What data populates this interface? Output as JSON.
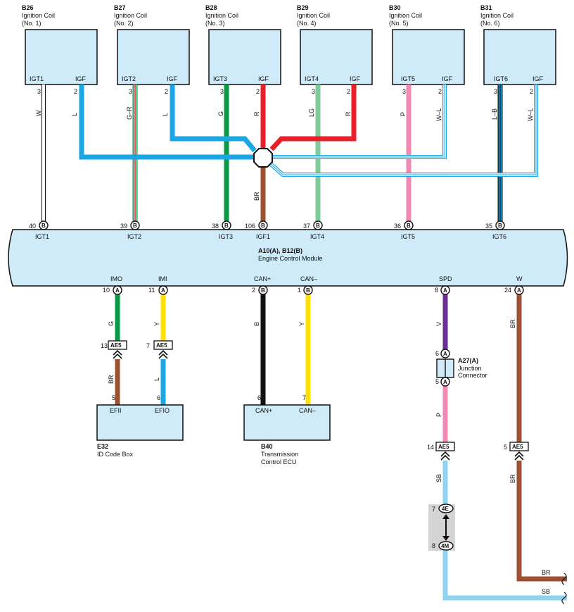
{
  "colors": {
    "W": "#ffffff",
    "L": "#1aa7e6",
    "GR_green": "#0a9a45",
    "GR_red": "#e8202a",
    "G": "#0a9a45",
    "R": "#e8202a",
    "LG": "#7fcc9a",
    "P": "#f288b4",
    "BR": "#9c5132",
    "B": "#111111",
    "Y": "#ffe000",
    "V": "#6b2e91",
    "SB": "#8fd3f0",
    "box": "#cfeaf8"
  },
  "coils": [
    {
      "code": "B26",
      "name": "Ignition Coil",
      "num": "(No. 1)",
      "pinA": "IGT1",
      "pinB": "IGF",
      "nA": "3",
      "nB": "2",
      "wA": "W",
      "wB": "L"
    },
    {
      "code": "B27",
      "name": "Ignition Coil",
      "num": "(No. 2)",
      "pinA": "IGT2",
      "pinB": "IGF",
      "nA": "3",
      "nB": "2",
      "wA": "G–R",
      "wB": "L"
    },
    {
      "code": "B28",
      "name": "Ignition Coil",
      "num": "(No. 3)",
      "pinA": "IGT3",
      "pinB": "IGF",
      "nA": "3",
      "nB": "2",
      "wA": "G",
      "wB": "R"
    },
    {
      "code": "B29",
      "name": "Ignition Coil",
      "num": "(No. 4)",
      "pinA": "IGT4",
      "pinB": "IGF",
      "nA": "3",
      "nB": "2",
      "wA": "LG",
      "wB": "R"
    },
    {
      "code": "B30",
      "name": "Ignition Coil",
      "num": "(No. 5)",
      "pinA": "IGT5",
      "pinB": "IGF",
      "nA": "3",
      "nB": "2",
      "wA": "P",
      "wB": "W–L"
    },
    {
      "code": "B31",
      "name": "Ignition Coil",
      "num": "(No. 6)",
      "pinA": "IGT6",
      "pinB": "IGF",
      "nA": "3",
      "nB": "2",
      "wA": "L–B",
      "wB": "W–L"
    }
  ],
  "ecm": {
    "code": "A10(A), B12(B)",
    "name": "Engine Control Module",
    "top_pins": [
      {
        "n": "40",
        "c": "B",
        "label": "IGT1"
      },
      {
        "n": "39",
        "c": "B",
        "label": "IGT2"
      },
      {
        "n": "38",
        "c": "B",
        "label": "IGT3"
      },
      {
        "n": "106",
        "c": "B",
        "label": "IGF1"
      },
      {
        "n": "37",
        "c": "B",
        "label": "IGT4"
      },
      {
        "n": "36",
        "c": "B",
        "label": "IGT5"
      },
      {
        "n": "35",
        "c": "B",
        "label": "IGT6"
      }
    ],
    "bottom_pins": [
      {
        "n": "10",
        "c": "A",
        "label": "IMO"
      },
      {
        "n": "11",
        "c": "A",
        "label": "IMI"
      },
      {
        "n": "2",
        "c": "B",
        "label": "CAN+"
      },
      {
        "n": "1",
        "c": "B",
        "label": "CAN–"
      },
      {
        "n": "8",
        "c": "A",
        "label": "SPD"
      },
      {
        "n": "24",
        "c": "A",
        "label": "W"
      }
    ]
  },
  "wires": {
    "igf_br": "BR",
    "imo": "G",
    "imi": "Y",
    "canp": "B",
    "canm": "Y",
    "spd": "V",
    "w": "BR",
    "efii": "BR",
    "efio": "L",
    "spd_p": "P",
    "sb": "SB",
    "w_br": "BR",
    "out_br": "BR",
    "out_sb": "SB"
  },
  "ae5": [
    {
      "n": "13",
      "label": "AE5"
    },
    {
      "n": "7",
      "label": "AE5"
    },
    {
      "n": "14",
      "label": "AE5"
    },
    {
      "n": "5",
      "label": "AE5"
    }
  ],
  "junction": {
    "code": "A27(A)",
    "name": "Junction",
    "name2": "Connector",
    "pin_top": "6",
    "pin_bot": "5",
    "c": "A"
  },
  "joint": {
    "top_n": "7",
    "top_c": "4E",
    "bot_n": "8",
    "bot_c": "4M"
  },
  "idbox": {
    "code": "E32",
    "name": "ID Code Box",
    "pinA": "EFII",
    "pinB": "EFIO",
    "nA": "5",
    "nB": "6"
  },
  "tcu": {
    "code": "B40",
    "name": "Transmission",
    "name2": "Control ECU",
    "pinA": "CAN+",
    "pinB": "CAN–",
    "nA": "6",
    "nB": "7"
  }
}
